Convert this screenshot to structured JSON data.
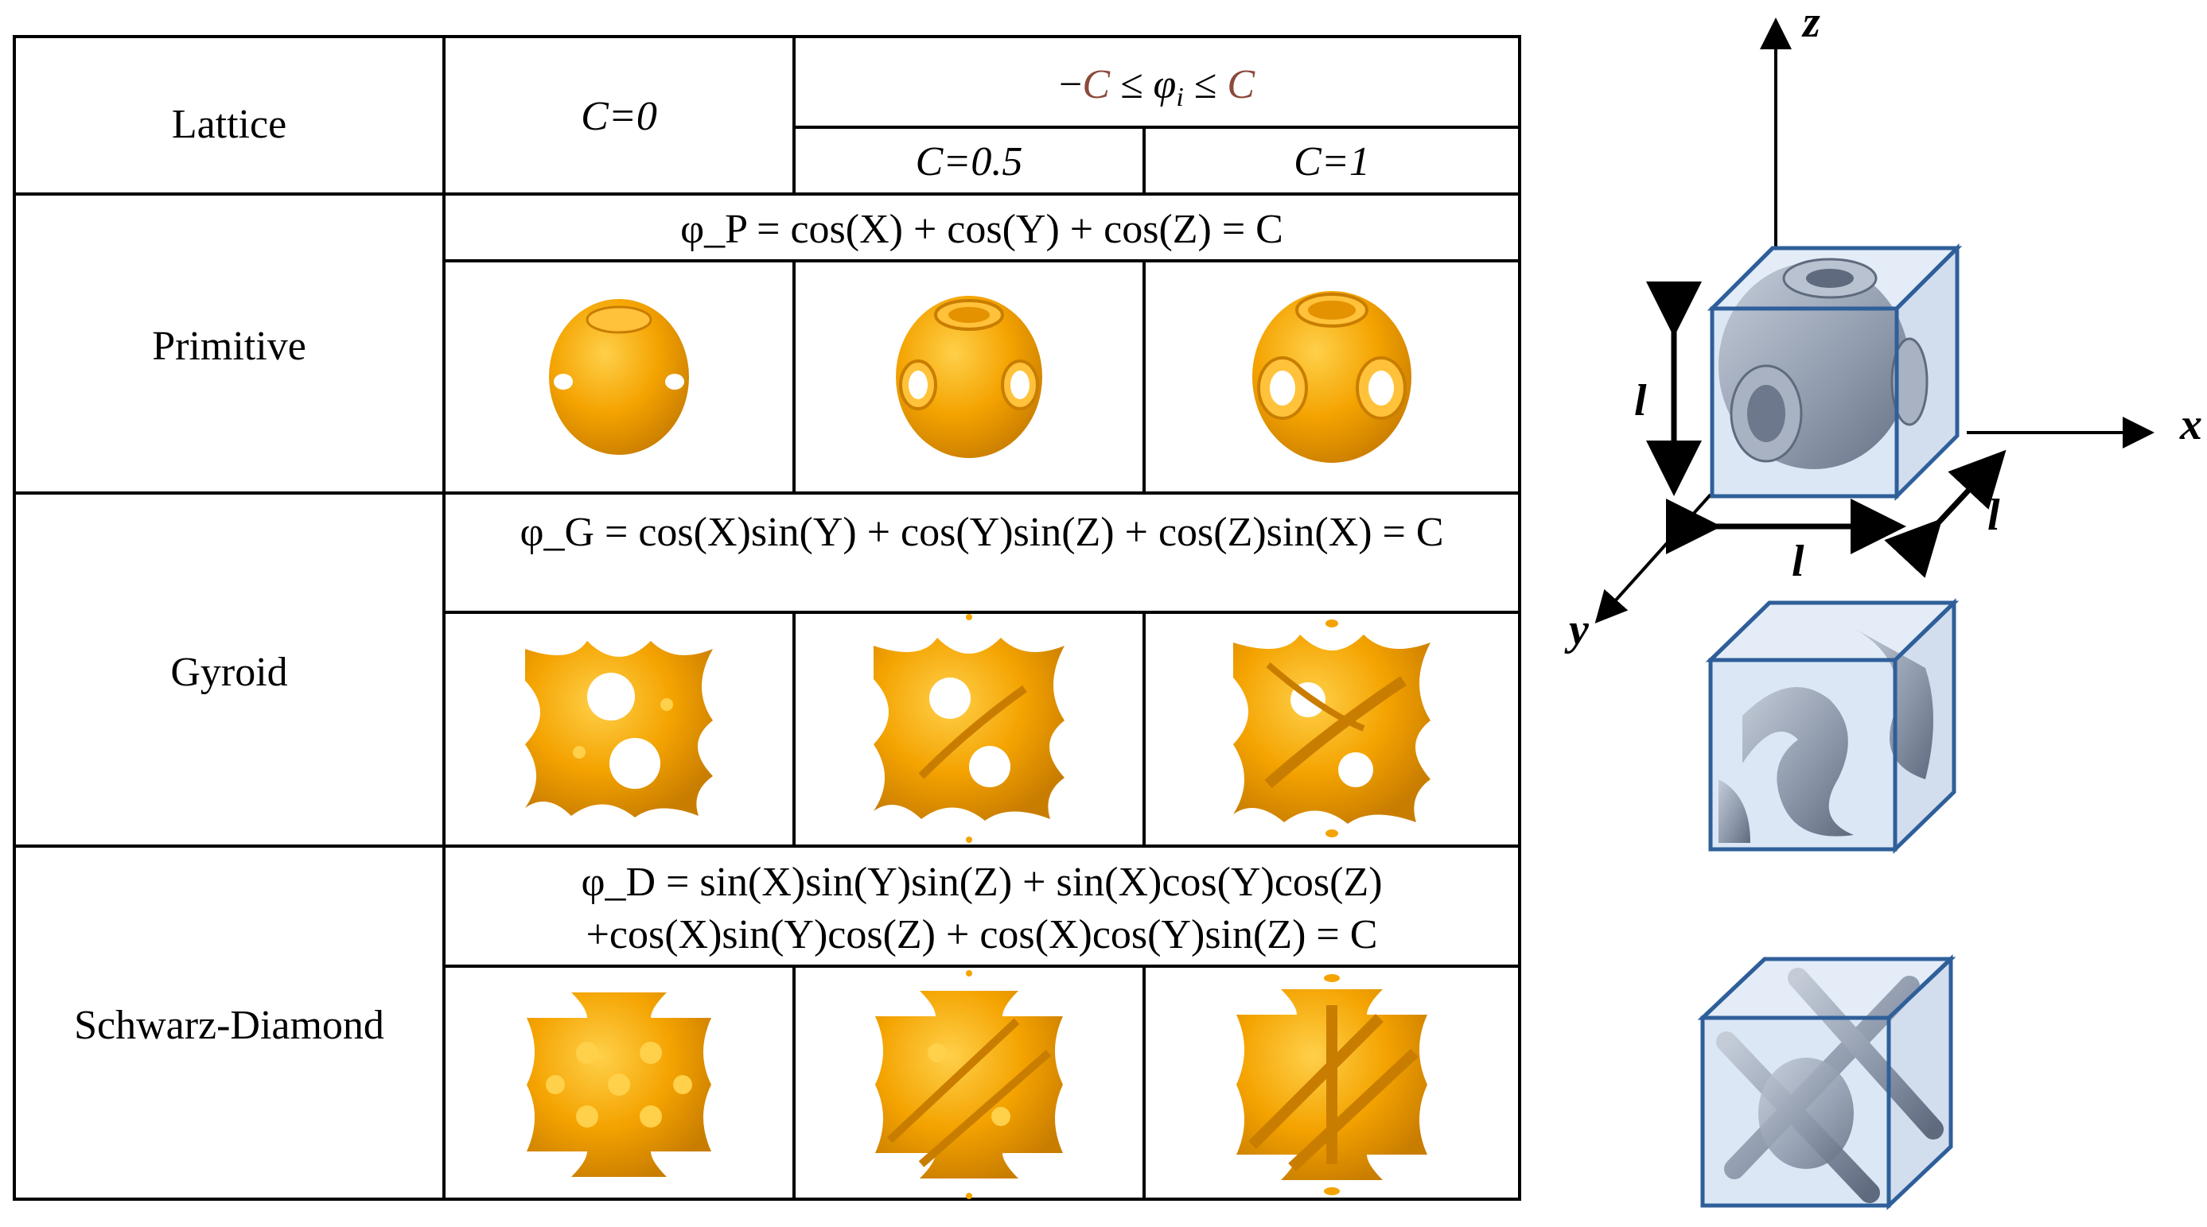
{
  "colors": {
    "lattice_orange": "#f4a300",
    "lattice_orange_dark": "#c97d00",
    "cube_blue": "#2f5f9a",
    "cube_fill": "#dbe7f5",
    "solid_gray": "#8a95a8",
    "c_param_color": "#8b4a3c"
  },
  "table": {
    "header": {
      "lattice_label": "Lattice",
      "c_zero": "C=0",
      "range_prefix": "−",
      "range_c1": "C",
      "range_mid": " ≤ φ",
      "range_sub": "i",
      "range_le": " ≤ ",
      "range_c2": "C",
      "c_half": "C=0.5",
      "c_one": "C=1"
    },
    "rows": [
      {
        "name": "Primitive",
        "equation_lines": [
          "φ_P = cos(X) + cos(Y) + cos(Z) = C"
        ],
        "icon": "primitive-lattice-icon"
      },
      {
        "name": "Gyroid",
        "equation_lines": [
          "φ_G = cos(X)sin(Y) + cos(Y)sin(Z) + cos(Z)sin(X) = C"
        ],
        "icon": "gyroid-lattice-icon"
      },
      {
        "name": "Schwarz-Diamond",
        "equation_lines": [
          "φ_D = sin(X)sin(Y)sin(Z) + sin(X)cos(Y)cos(Z)",
          "+cos(X)sin(Y)cos(Z) + cos(X)cos(Y)sin(Z) = C"
        ],
        "icon": "diamond-lattice-icon"
      }
    ]
  },
  "unit_cell": {
    "axis_x": "x",
    "axis_y": "y",
    "axis_z": "z",
    "dim_height": "l",
    "dim_width": "l",
    "dim_depth": "l"
  }
}
